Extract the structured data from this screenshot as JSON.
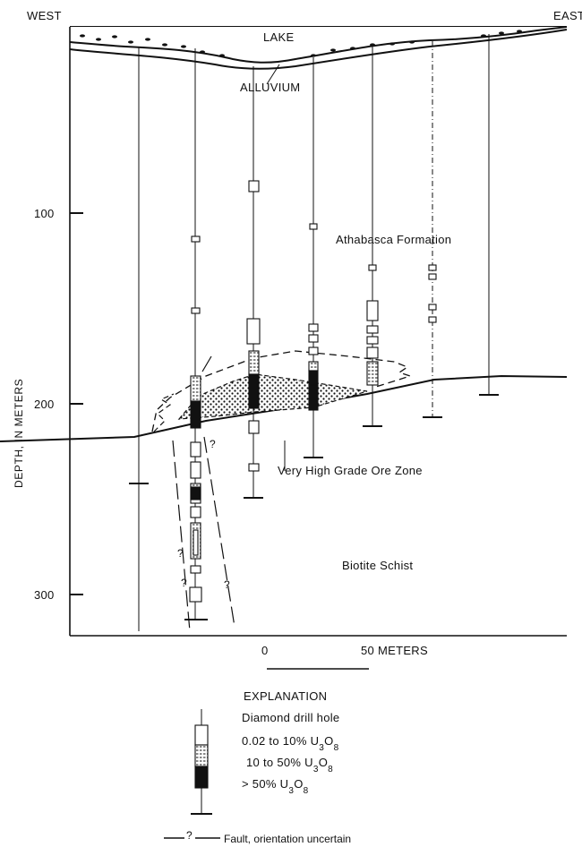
{
  "labels": {
    "west": "WEST",
    "east": "EAST",
    "lake": "LAKE",
    "alluvium": "ALLUVIUM",
    "athabasca": "Athabasca Formation",
    "ore_zone": "Very High Grade Ore Zone",
    "schist": "Biotite Schist",
    "y_axis": "DEPTH, IN METERS"
  },
  "scale_bar": {
    "zero": "0",
    "fifty": "50 METERS"
  },
  "depth_ticks": [
    "100",
    "200",
    "300"
  ],
  "fault_mark": "?",
  "explanation": {
    "title": "EXPLANATION",
    "drill_hole": "Diamond drill hole",
    "low_grade": {
      "prefix": "0.02 to 10% U",
      "sub1": "3",
      "mid": "O",
      "sub2": "8"
    },
    "mid_grade": {
      "prefix": "10 to 50% U",
      "sub1": "3",
      "mid": "O",
      "sub2": "8"
    },
    "high_grade": {
      "prefix": "> 50% U",
      "sub1": "3",
      "mid": "O",
      "sub2": "8"
    },
    "fault_mark": "?",
    "fault_label": "Fault, orientation uncertain"
  }
}
